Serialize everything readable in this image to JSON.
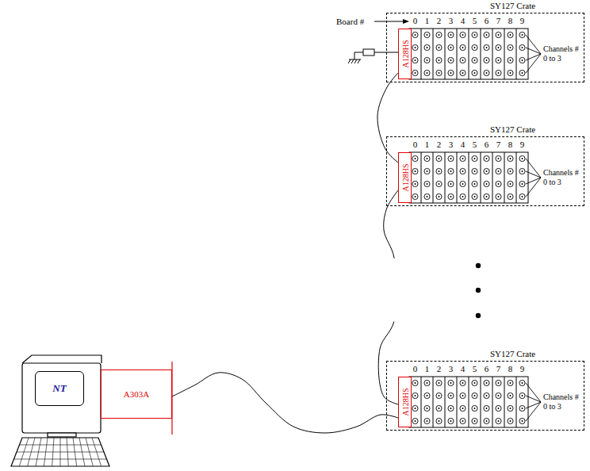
{
  "diagram": {
    "nodes": [
      {
        "text": [
          "SY127 Crate"
        ]
      },
      {
        "text": [
          "A128HS"
        ],
        "in": 0
      },
      {
        "text": [
          "SY127 Crate"
        ]
      },
      {
        "text": [
          "A128HS"
        ],
        "in": 2
      },
      {
        "text": [
          "SY127 Crate"
        ]
      },
      {
        "text": [
          "A128HS"
        ],
        "in": 4
      },
      {
        "text": [
          "NT"
        ]
      },
      {
        "text": [
          "A303A"
        ]
      }
    ],
    "edges": [
      {
        "from": 1,
        "to": 3,
        "arrow": "none"
      },
      {
        "from": 3,
        "to": 5,
        "arrow": "none"
      },
      {
        "from": 7,
        "to": 5,
        "arrow": "none"
      }
    ],
    "labels": [
      "Board #",
      "0",
      "1",
      "2",
      "3",
      "4",
      "5",
      "6",
      "7",
      "8",
      "9",
      "Channels # 0 to 3",
      "0",
      "1",
      "2",
      "3",
      "4",
      "5",
      "6",
      "7",
      "8",
      "9",
      "Channels # 0 to 3",
      "0",
      "1",
      "2",
      "3",
      "4",
      "5",
      "6",
      "7",
      "8",
      "9",
      "Channels # 0 to 3"
    ]
  }
}
